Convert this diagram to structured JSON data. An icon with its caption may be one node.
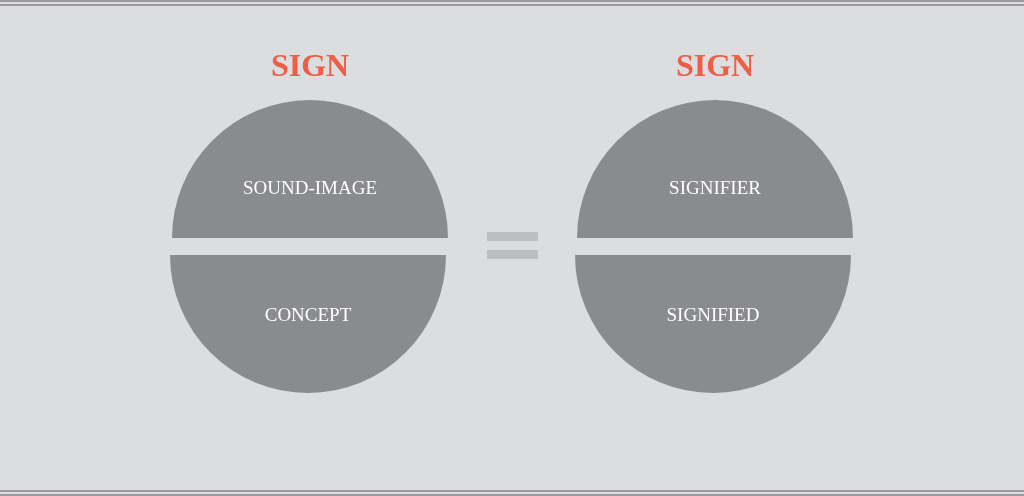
{
  "diagram": {
    "nodes": [
      {
        "text": [
          "SIGN"
        ]
      },
      {
        "text": [
          "SOUND-IMAGE"
        ],
        "in": 0
      },
      {
        "text": [
          "CONCEPT"
        ],
        "in": 0
      },
      {
        "text": [
          "SIGN"
        ]
      },
      {
        "text": [
          "SIGNIFIER"
        ],
        "in": 3
      },
      {
        "text": [
          "SIGNIFIED"
        ],
        "in": 3
      }
    ]
  }
}
